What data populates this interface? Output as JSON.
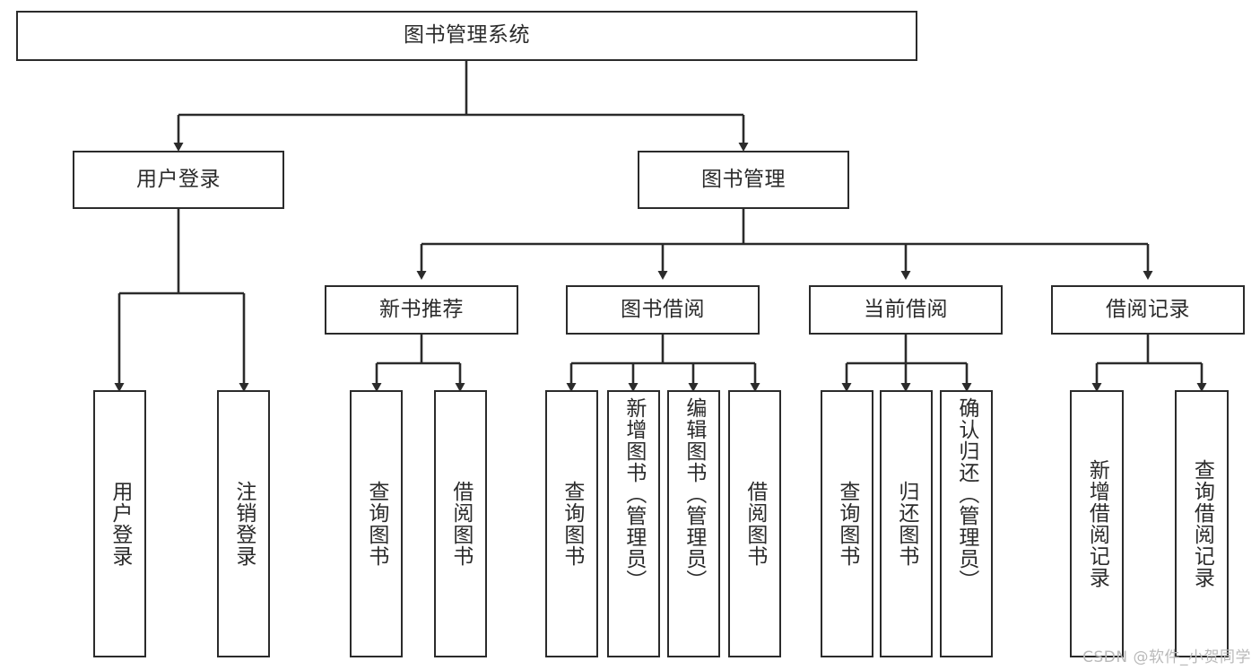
{
  "diagram": {
    "type": "hierarchy-tree",
    "title": "图书管理系统",
    "watermark": "CSDN @软件_小贺同学",
    "colors": {
      "stroke": "#2b2b2b",
      "fill": "#ffffff",
      "background": "#ffffff",
      "watermark": "#b9b9b9"
    },
    "nodes": {
      "root": {
        "label": "图书管理系统"
      },
      "level2": [
        {
          "id": "user-login",
          "label": "用户登录"
        },
        {
          "id": "book-manage",
          "label": "图书管理"
        }
      ],
      "level3": [
        {
          "id": "new-book-recommend",
          "label": "新书推荐"
        },
        {
          "id": "book-borrow",
          "label": "图书借阅"
        },
        {
          "id": "current-borrow",
          "label": "当前借阅"
        },
        {
          "id": "borrow-record",
          "label": "借阅记录"
        }
      ],
      "leaves": {
        "user-login": [
          {
            "id": "leaf-user-login",
            "label": "用户登录"
          },
          {
            "id": "leaf-user-logout",
            "label": "注销登录"
          }
        ],
        "new-book-recommend": [
          {
            "id": "leaf-query-book-1",
            "label": "查询图书"
          },
          {
            "id": "leaf-borrow-book-1",
            "label": "借阅图书"
          }
        ],
        "book-borrow": [
          {
            "id": "leaf-query-book-2",
            "label": "查询图书"
          },
          {
            "id": "leaf-add-book",
            "label": "新增图书（管理员）"
          },
          {
            "id": "leaf-edit-book",
            "label": "编辑图书（管理员）"
          },
          {
            "id": "leaf-borrow-book-2",
            "label": "借阅图书"
          }
        ],
        "current-borrow": [
          {
            "id": "leaf-query-book-3",
            "label": "查询图书"
          },
          {
            "id": "leaf-return-book",
            "label": "归还图书"
          },
          {
            "id": "leaf-confirm-return",
            "label": "确认归还（管理员）"
          }
        ],
        "borrow-record": [
          {
            "id": "leaf-add-record",
            "label": "新增借阅记录"
          },
          {
            "id": "leaf-query-record",
            "label": "查询借阅记录"
          }
        ]
      }
    }
  }
}
